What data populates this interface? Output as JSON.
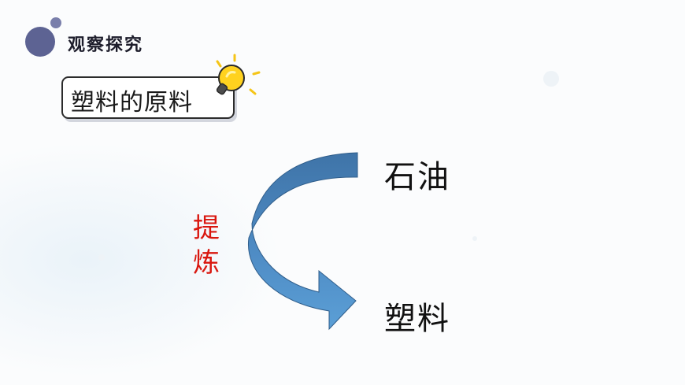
{
  "header": {
    "title": "观察探究"
  },
  "label_box": {
    "text": "塑料的原料"
  },
  "diagram": {
    "source": "石油",
    "target": "塑料",
    "process_chars": [
      "提",
      "炼"
    ]
  },
  "colors": {
    "arrow_start": "#3f74a8",
    "arrow_end": "#5b9fd6",
    "process_text": "#d9170f",
    "header_circle": "#5d6393"
  },
  "icons": {
    "bulb": "lightbulb-icon"
  }
}
